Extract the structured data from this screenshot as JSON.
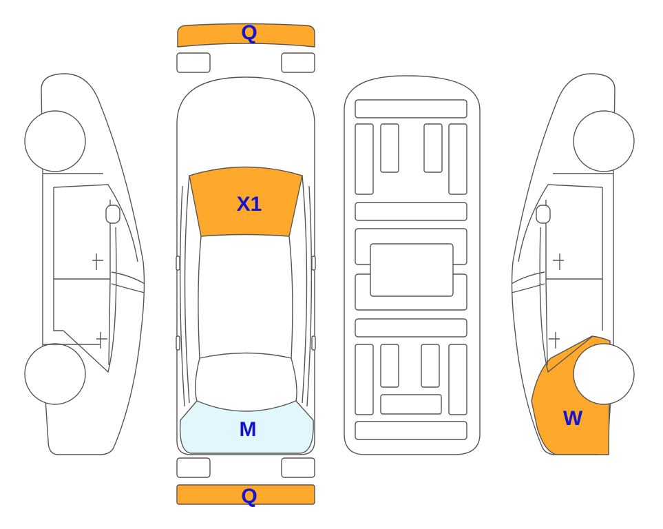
{
  "colors": {
    "damage": "#FFA92C",
    "damage_light": "#E2F7FC",
    "label": "#1414D0",
    "outline": "#555555"
  },
  "labels": {
    "front_bumper": "Q",
    "hood": "X1",
    "windshield": "M",
    "rear_bumper": "Q",
    "rear_quarter": "W"
  }
}
